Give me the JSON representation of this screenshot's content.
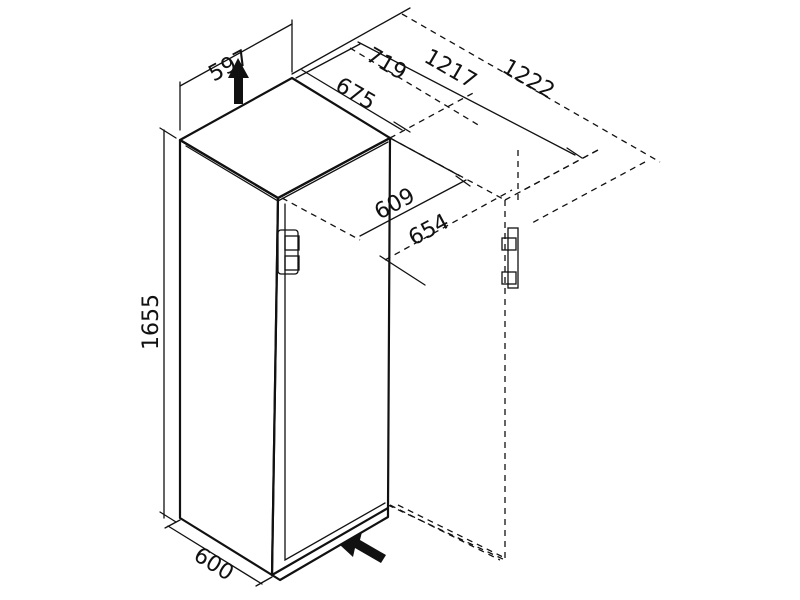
{
  "dimensions": {
    "width_top": "597",
    "depth_675": "675",
    "depth_719": "719",
    "depth_1217": "1217",
    "depth_1222": "1222",
    "door_609": "609",
    "door_654": "654",
    "height": "1655",
    "width_bottom": "600"
  },
  "colors": {
    "line": "#111111",
    "background": "#ffffff"
  }
}
